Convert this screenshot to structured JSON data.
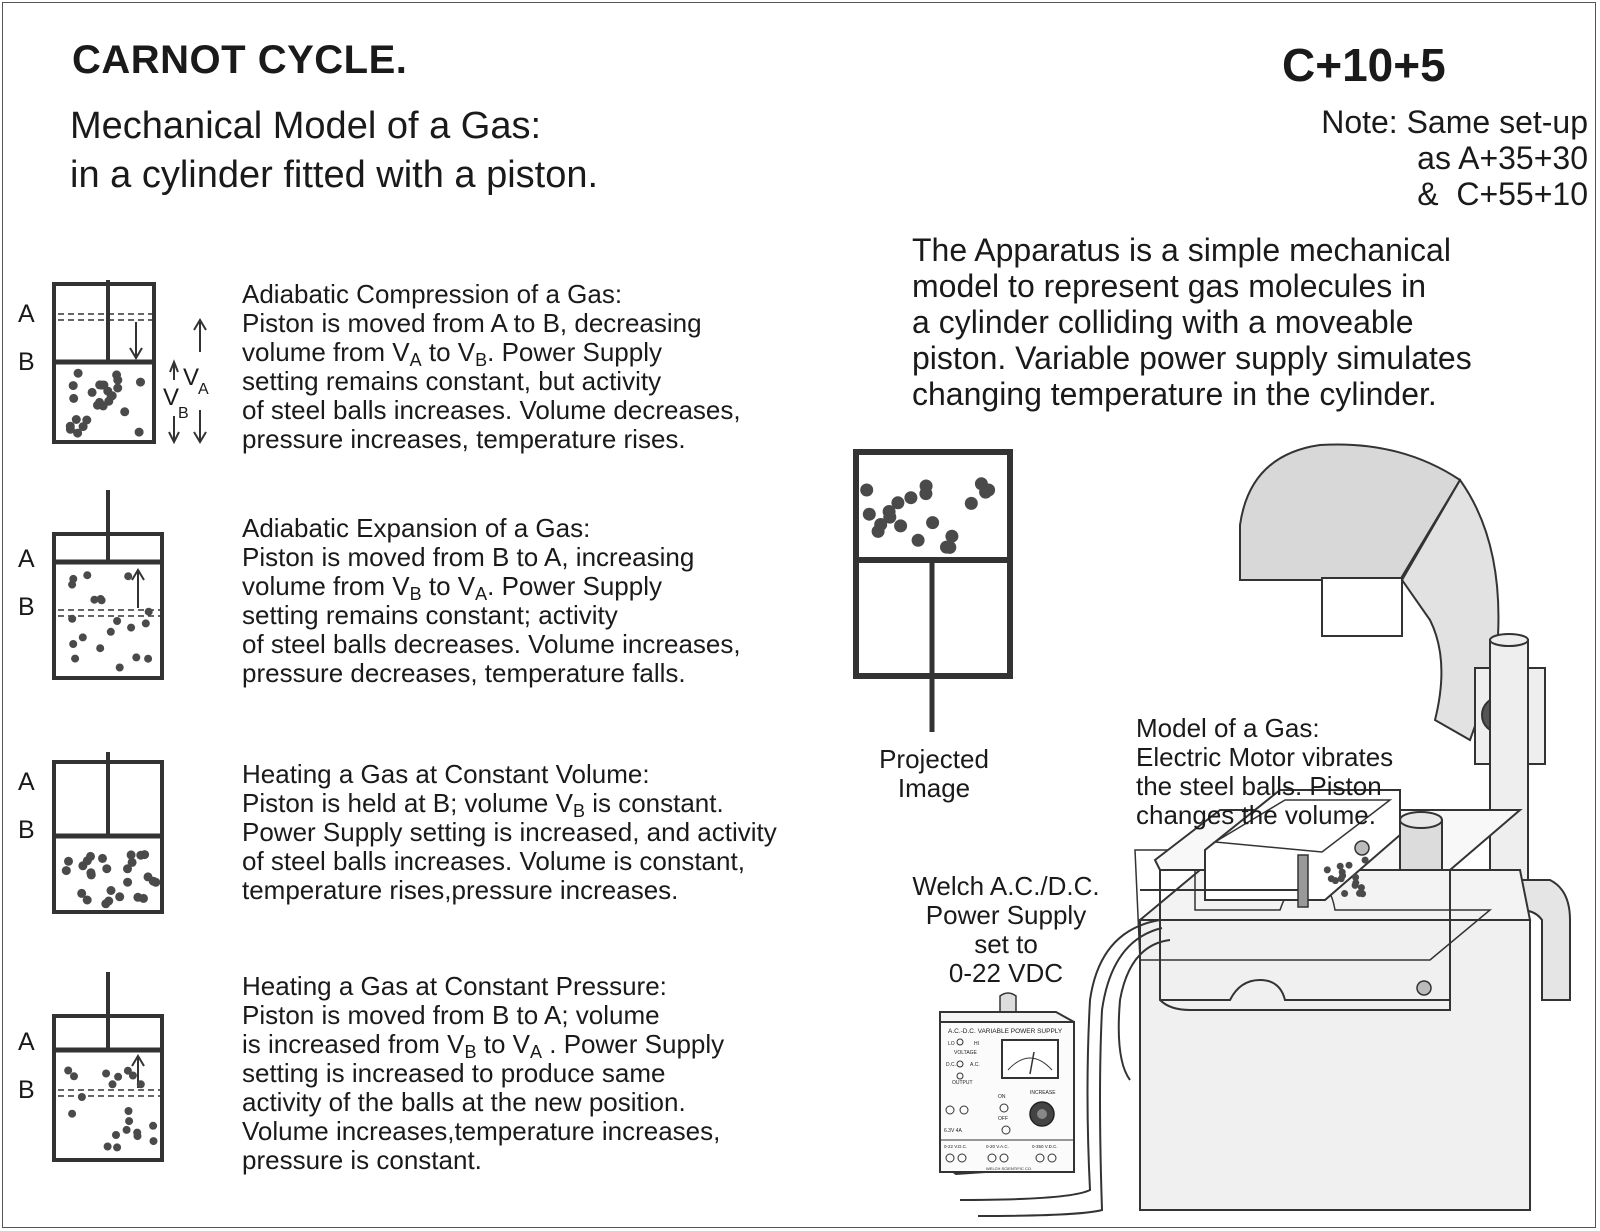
{
  "header": {
    "title": "CARNOT CYCLE.",
    "code": "C+10+5",
    "subtitle_line1": "Mechanical Model of a Gas:",
    "subtitle_line2": "in a cylinder fitted with a piston."
  },
  "note": {
    "line1": "Note: Same set-up",
    "line2": "as A+35+30",
    "line3": "&  C+55+10"
  },
  "apparatus": {
    "line1": "The Apparatus is a simple mechanical",
    "line2": "model to represent gas molecules in",
    "line3": "a cylinder colliding with a moveable",
    "line4": "piston. Variable power supply simulates",
    "line5": "changing temperature in the cylinder."
  },
  "labels": {
    "a": "A",
    "b": "B",
    "v": "V",
    "sub_a": "A",
    "sub_b": "B"
  },
  "panels": {
    "compression": {
      "heading": "Adiabatic Compression of a Gas:",
      "l2": "Piston is moved from A to B, decreasing",
      "l3a": "volume from V",
      "l3b": " to V",
      "l3c": ".  Power Supply",
      "l4": "setting remains constant, but activity",
      "l5": "of steel balls increases. Volume decreases,",
      "l6": "pressure increases, temperature rises."
    },
    "expansion": {
      "heading": "Adiabatic Expansion of a Gas:",
      "l2": "Piston is moved from B to A, increasing",
      "l3a": "volume from V",
      "l3b": " to V",
      "l3c": ".  Power Supply",
      "l4": "setting remains constant; activity",
      "l5": "of steel balls decreases. Volume increases,",
      "l6": "pressure decreases, temperature falls."
    },
    "const_volume": {
      "heading": "Heating a Gas at Constant Volume:",
      "l2a": "Piston is held at B; volume V",
      "l2b": " is constant.",
      "l3": "Power Supply setting is increased, and activity",
      "l4": "of steel balls increases. Volume is constant,",
      "l5": "temperature rises,pressure increases."
    },
    "const_pressure": {
      "heading": "Heating a Gas at Constant Pressure:",
      "l2": "Piston is moved from B to A; volume",
      "l3a": "is increased from V",
      "l3b": " to V",
      "l3c": "  .  Power Supply",
      "l4": "setting is increased to produce same",
      "l5": "activity of the balls at the new position.",
      "l6": "Volume increases,temperature increases,",
      "l7": "pressure is constant."
    }
  },
  "projected": {
    "line1": "Projected",
    "line2": "Image"
  },
  "model_caption": {
    "line1": "Model of a Gas:",
    "line2": "Electric Motor vibrates",
    "line3": "the steel balls.  Piston",
    "line4": "changes the volume."
  },
  "power_caption": {
    "line1": "Welch A.C./D.C.",
    "line2": "Power Supply",
    "line3": "set to",
    "line4": "0-22 VDC"
  },
  "power_supply_panel": {
    "name": "A.C.-D.C. VARIABLE POWER SUPPLY",
    "voltage": "VOLTAGE",
    "output": "OUTPUT",
    "lo": "LO",
    "hi": "HI",
    "dc": "D.C.",
    "ac": "A.C.",
    "on": "ON",
    "off": "OFF",
    "increase": "INCREASE",
    "amps": "6.3V 4A",
    "t1": "0-22 V.D.C.",
    "t2": "0-20 V.A.C.",
    "t3": "0-350 V.D.C.",
    "maker": "WELCH SCIENTIFIC CO."
  },
  "colors": {
    "line": "#333333",
    "ball": "#4a4a4a",
    "fill_light": "#f0f0f0"
  }
}
